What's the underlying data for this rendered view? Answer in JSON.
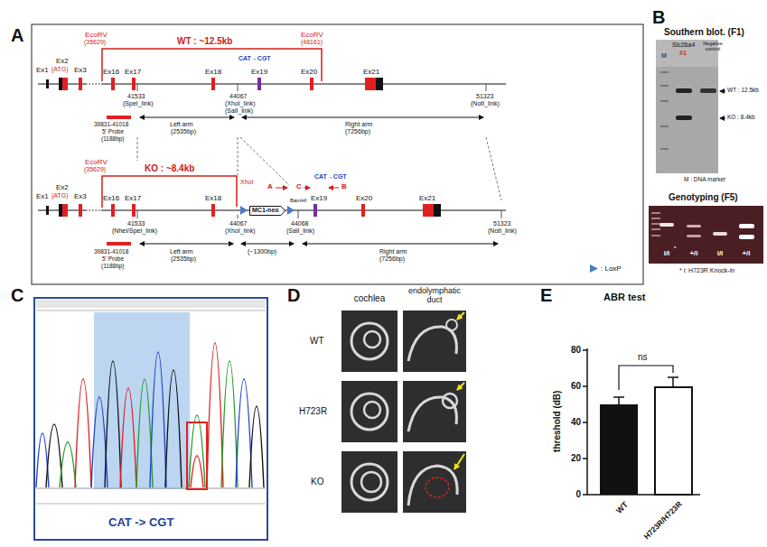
{
  "diagram": {
    "nodes": [
      {
        "text": [
          "MC1-neo"
        ]
      }
    ],
    "labels": [
      "A",
      "EcoRV",
      "(35629)",
      "WT : ~12.5kb",
      "EcoRV",
      "(48161)",
      "Ex1",
      "Ex2",
      "(ATG)",
      "Ex3",
      "Ex16",
      "Ex17",
      "Ex18",
      "CAT→CGT",
      "Ex19",
      "Ex20",
      "Ex21",
      "41533",
      "(SpeI_link)",
      "44067",
      "(XhoI_link)",
      "(SalI_link)",
      "51323",
      "(NotI_link)",
      "39831-41018",
      "5' Probe",
      "(1188bp)",
      "Left arm",
      "(2535bp)",
      "Right arm",
      "(7256bp)",
      "EcoRV",
      "(35629)",
      "KO : ~8.4kb",
      "XhoI",
      "Ex1",
      "Ex2",
      "(ATG)",
      "Ex3",
      "Ex16",
      "Ex17",
      "Ex18",
      "BamHI",
      "A",
      "C",
      "CAT→CGT",
      "B",
      "Ex19",
      "Ex20",
      "Ex21",
      "41533",
      "(NheI/SpeI_link)",
      "44067",
      "(XhoI_link)",
      "44068",
      "(SalI_link)",
      "51323",
      "(NotI_link)",
      "39831-41018",
      "5' Probe",
      "(1188bp)",
      "Left arm",
      "(2535bp)",
      "(~1300bp)",
      "Right arm",
      "(7256bp)",
      "B",
      "Southern blot. (F1)",
      "Slc26a4",
      "M",
      "#1",
      "Negative control",
      "WT : 12.5kb",
      "KO : 8.4kb",
      "M : DNA marker",
      "Genotyping (F5)",
      "i/i",
      "*",
      "+/i",
      "i/i",
      "+/i",
      "* i: H723R Knock-in",
      "C",
      "CAT -> CGT",
      "D",
      "cochlea",
      "endolymphatic duct",
      "WT",
      "H723R",
      "KO",
      "E",
      "ABR test",
      "threshold (dB)",
      "80",
      "60",
      "40",
      "20",
      "0",
      "ns",
      "WT",
      "H723R/H723R"
    ],
    "legend": [
      {
        "text": ": LoxP"
      }
    ]
  }
}
